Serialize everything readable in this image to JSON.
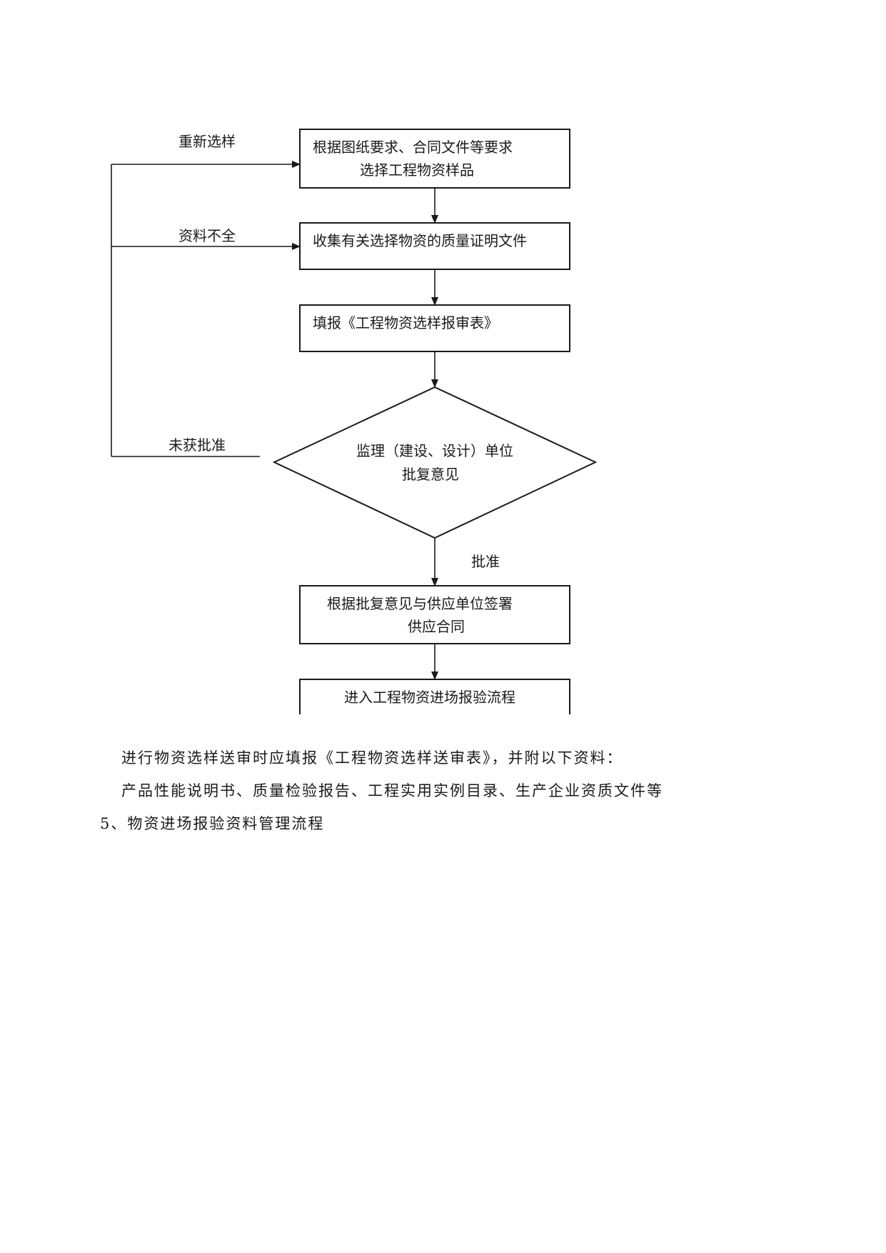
{
  "diagram": {
    "nodes": {
      "select_sample": {
        "lines": [
          "根据图纸要求、合同文件等要求",
          "选择工程物资样品"
        ]
      },
      "collect_docs": {
        "lines": [
          "收集有关选择物资的质量证明文件"
        ]
      },
      "fill_form": {
        "lines": [
          "填报《工程物资选样报审表》"
        ]
      },
      "review": {
        "lines": [
          "监理（建设、设计）单位",
          "批复意见"
        ]
      },
      "sign_contract": {
        "lines": [
          "根据批复意见与供应单位签署",
          "供应合同"
        ]
      },
      "enter_inspection": {
        "lines": [
          "进入工程物资进场报验流程"
        ]
      }
    },
    "edge_labels": {
      "reselect": "重新选样",
      "incomplete": "资料不全",
      "not_approved": "未获批准",
      "approved": "批准"
    }
  },
  "body_text": {
    "para1": "进行物资选样送审时应填报《工程物资选样送审表》，并附以下资料：",
    "para2": "产品性能说明书、质量检验报告、工程实用实例目录、生产企业资质文件等",
    "heading": "5、物资进场报验资料管理流程"
  }
}
